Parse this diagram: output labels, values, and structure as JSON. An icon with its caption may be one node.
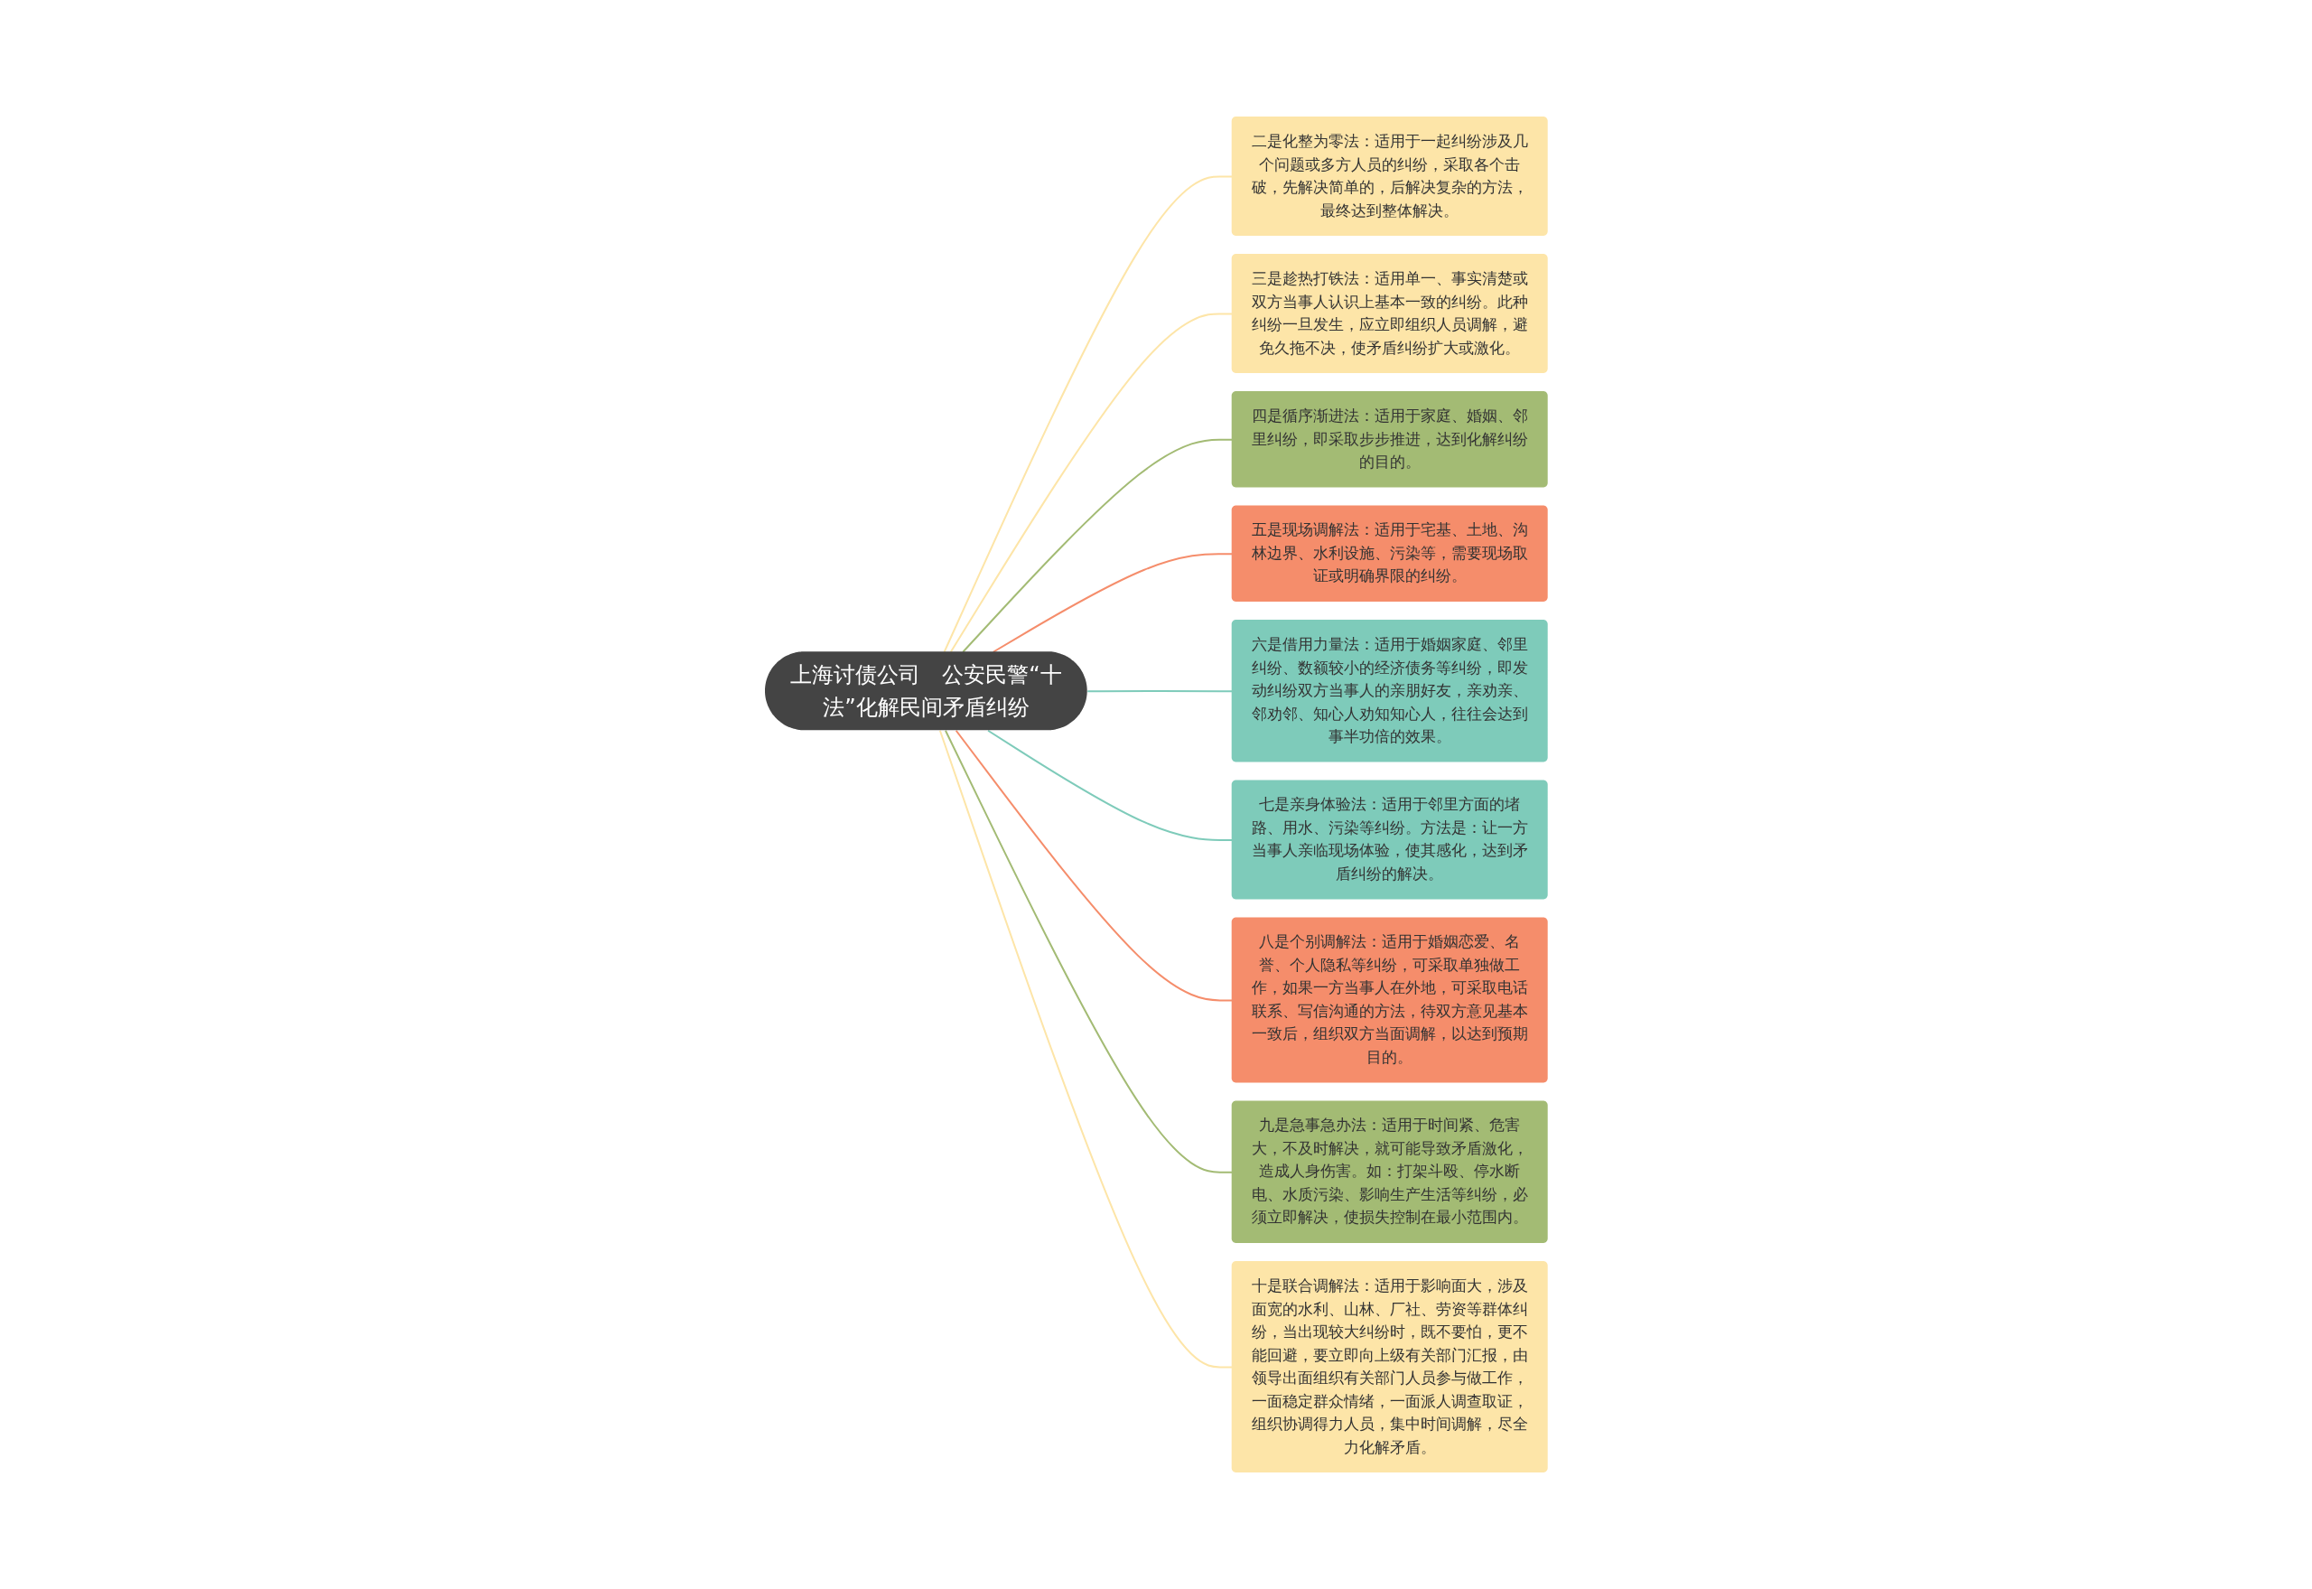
{
  "diagram": {
    "nodes": [
      {
        "text": [
          "上海讨债公司　公安民警“十法”化解民间矛盾纠纷"
        ]
      },
      {
        "text": [
          "二是化整为零法：适用于一起纠纷涉及几个问题或多方人员的纠纷，采取各个击破，先解决简单的，后解决复杂的方法，最终达到整体解决。"
        ]
      },
      {
        "text": [
          "三是趁热打铁法：适用单一、事实清楚或双方当事人认识上基本一致的纠纷。此种纠纷一旦发生，应立即组织人员调解，避免久拖不决，使矛盾纠纷扩大或激化。"
        ]
      },
      {
        "text": [
          "四是循序渐进法：适用于家庭、婚姻、邻里纠纷，即采取步步推进，达到化解纠纷的目的。"
        ]
      },
      {
        "text": [
          "五是现场调解法：适用于宅基、土地、沟林边界、水利设施、污染等，需要现场取证或明确界限的纠纷。"
        ]
      },
      {
        "text": [
          "六是借用力量法：适用于婚姻家庭、邻里纠纷、数额较小的经济债务等纠纷，即发动纠纷双方当事人的亲朋好友，亲劝亲、邻劝邻、知心人劝知知心人，往往会达到事半功倍的效果。"
        ]
      },
      {
        "text": [
          "七是亲身体验法：适用于邻里方面的堵路、用水、污染等纠纷。方法是：让一方当事人亲临现场体验，使其感化，达到矛盾纠纷的解决。"
        ]
      },
      {
        "text": [
          "八是个别调解法：适用于婚姻恋爱、名誉、个人隐私等纠纷，可采取单独做工作，如果一方当事人在外地，可采取电话联系、写信沟通的方法，待双方意见基本一致后，组织双方当面调解，以达到预期目的。"
        ]
      },
      {
        "text": [
          "九是急事急办法：适用于时间紧、危害大，不及时解决，就可能导致矛盾激化，造成人身伤害。如：打架斗殴、停水断电、水质污染、影响生产生活等纠纷，必须立即解决，使损失控制在最小范围内。"
        ]
      },
      {
        "text": [
          "十是联合调解法：适用于影响面大，涉及面宽的水利、山林、厂社、劳资等群体纠纷，当出现较大纠纷时，既不要怕，更不能回避，要立即向上级有关部门汇报，由领导出面组织有关部门人员参与做工作，一面稳定群众情绪，一面派人调查取证，组织协调得力人员，集中时间调解，尽全力化解矛盾。"
        ]
      }
    ],
    "edges": [
      {
        "from": 0,
        "to": 1,
        "arrow": "none",
        "color": "#fde5a8"
      },
      {
        "from": 0,
        "to": 2,
        "arrow": "none",
        "color": "#fde5a8"
      },
      {
        "from": 0,
        "to": 3,
        "arrow": "none",
        "color": "#a3bb74"
      },
      {
        "from": 0,
        "to": 4,
        "arrow": "none",
        "color": "#f58d6b"
      },
      {
        "from": 0,
        "to": 5,
        "arrow": "none",
        "color": "#7ecbba"
      },
      {
        "from": 0,
        "to": 6,
        "arrow": "none",
        "color": "#7ecbba"
      },
      {
        "from": 0,
        "to": 7,
        "arrow": "none",
        "color": "#f58d6b"
      },
      {
        "from": 0,
        "to": 8,
        "arrow": "none",
        "color": "#a3bb74"
      },
      {
        "from": 0,
        "to": 9,
        "arrow": "none",
        "color": "#fde5a8"
      }
    ]
  }
}
